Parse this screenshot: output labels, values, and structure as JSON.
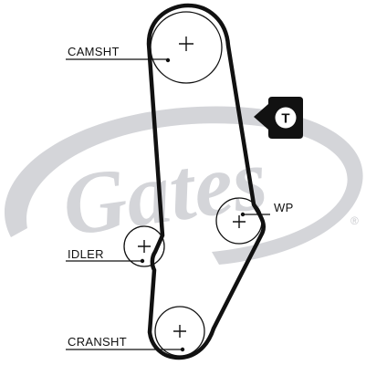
{
  "labels": {
    "camshaft": "CAMSHT",
    "water_pump": "WP",
    "idler": "IDLER",
    "crankshaft": "CRANSHT"
  },
  "tensioner_badge": "T",
  "logo_text": "Gates",
  "logo_mark": "®",
  "colors": {
    "belt": "#111111",
    "pulley": "#111111",
    "watermark": "#d4d5d9",
    "badge_bg": "#111111",
    "badge_fg": "#ffffff"
  }
}
